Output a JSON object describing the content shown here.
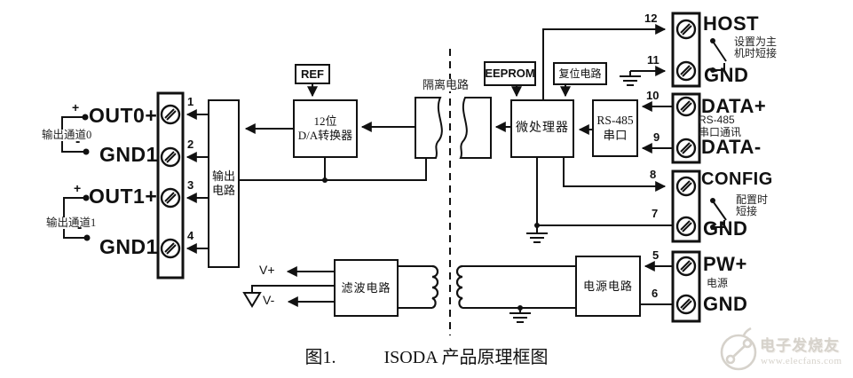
{
  "figure": {
    "label": "图1.",
    "title": "ISODA 产品原理框图"
  },
  "watermark": {
    "name": "电子发烧友",
    "url": "www.elecfans.com"
  },
  "colors": {
    "line": "#111111",
    "background": "#ffffff",
    "watermark": "#d6d2cb"
  },
  "blocks": {
    "ref": "REF",
    "dac": [
      "12位",
      "D/A转换器"
    ],
    "isolation_label": "隔离电路",
    "eeprom": "EEPROM",
    "reset": "复位电路",
    "mcu": "微处理器",
    "rs485": [
      "RS-485",
      "串口"
    ],
    "output": [
      "输出",
      "电路"
    ],
    "filter": "滤波电路",
    "power": "电源电路"
  },
  "left": {
    "ch0": {
      "plus": "+",
      "minus": "-",
      "label": "输出通道0",
      "line1": "OUT0+",
      "line2": "GND1"
    },
    "ch1": {
      "plus": "+",
      "minus": "-",
      "label": "输出通道1",
      "line1": "OUT1+",
      "line2": "GND1"
    },
    "pins": [
      "1",
      "2",
      "3",
      "4"
    ]
  },
  "right": {
    "host": {
      "pin_top": "12",
      "pin_bottom": "11",
      "label_top": "HOST",
      "label_bottom": "GND",
      "note1": "设置为主",
      "note2": "机时短接"
    },
    "data": {
      "pin_top": "10",
      "pin_bottom": "9",
      "label_top": "DATA+",
      "label_bottom": "DATA-",
      "note1": "RS-485",
      "note2": "串口通讯"
    },
    "config": {
      "pin_top": "8",
      "pin_bottom": "7",
      "label_top": "CONFIG",
      "label_bottom": "GND",
      "note1": "配置时",
      "note2": "短接"
    },
    "power": {
      "pin_top": "5",
      "pin_bottom": "6",
      "label_top": "PW+",
      "label_bottom": "GND",
      "note1": "电源"
    }
  },
  "rail": {
    "vplus": "V+",
    "vminus": "V-"
  }
}
